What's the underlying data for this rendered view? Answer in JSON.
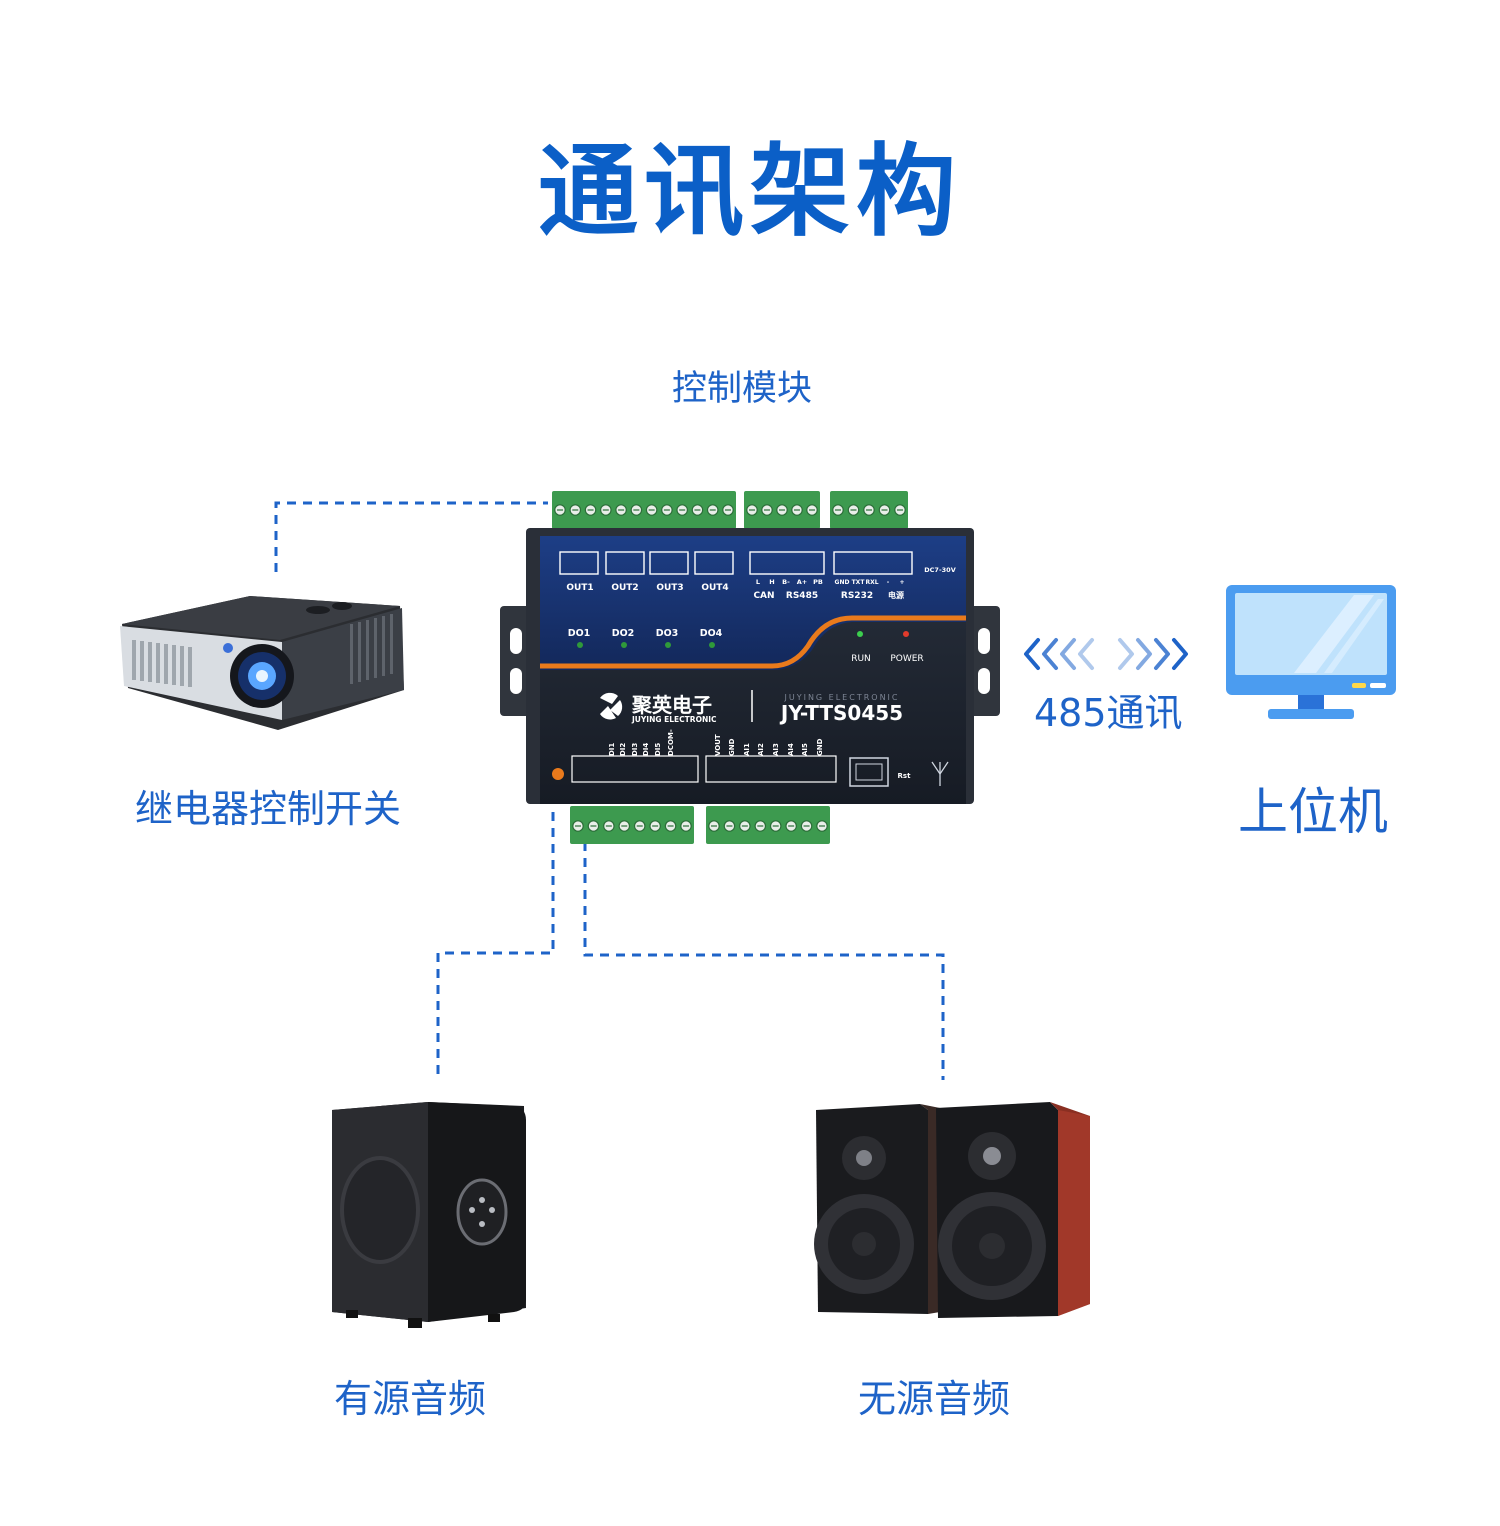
{
  "title": "通讯架构",
  "module": {
    "caption": "控制模块",
    "brand_cn": "聚英电子",
    "brand_en": "JUYING ELECTRONIC",
    "brand_en_spaced": "JUYING ELECTRONIC",
    "model": "JY-TTS0455",
    "power_spec": "DC7-30V",
    "relay_outputs": [
      "OUT1",
      "OUT2",
      "OUT3",
      "OUT4"
    ],
    "digital_outputs": [
      "DO1",
      "DO2",
      "DO3",
      "DO4"
    ],
    "can_pins": [
      "L",
      "H"
    ],
    "can_label": "CAN",
    "rs485_pins": [
      "B-",
      "A+",
      "PB"
    ],
    "rs485_label": "RS485",
    "rs232_pins": [
      "GND",
      "TXT",
      "RXL",
      "-",
      "+"
    ],
    "rs232_label": "RS232",
    "power_label": "电源",
    "status_leds": [
      "RUN",
      "POWER"
    ],
    "digital_inputs": [
      "DI1",
      "DI2",
      "DI3",
      "DI4",
      "DI5",
      "DCOM-"
    ],
    "analog_pins": [
      "VOUT",
      "GND",
      "AI1",
      "AI2",
      "AI3",
      "AI4",
      "AI5",
      "GND"
    ],
    "reset_label": "Rst"
  },
  "nodes": {
    "projector": "继电器控制开关",
    "host_pc": "上位机",
    "active_speaker": "有源音频",
    "passive_speaker": "无源音频"
  },
  "link_485": "485通讯",
  "colors": {
    "accent": "#1e63c8",
    "title": "#0b5fc7",
    "device_top": "#16306a",
    "device_bottom": "#1c2230",
    "terminal_green": "#3d9a4f",
    "stripe_orange": "#e97a1c"
  }
}
